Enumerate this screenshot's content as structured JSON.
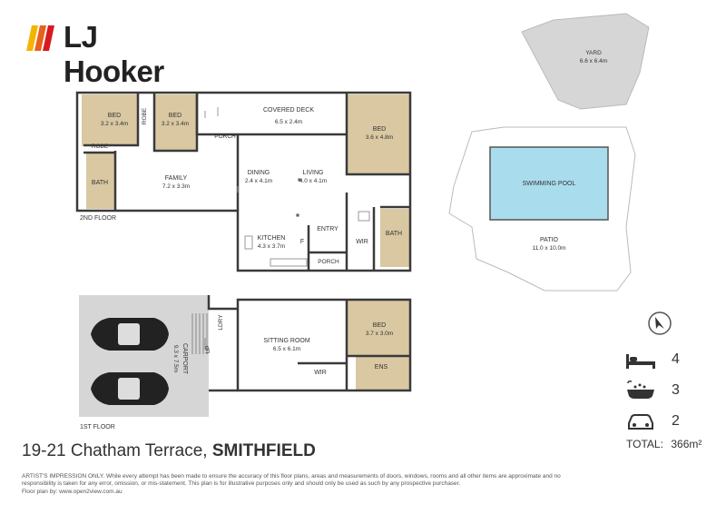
{
  "brand": {
    "name": "LJ Hooker",
    "stripe_colors": [
      "#f5b400",
      "#e8601c",
      "#d71920"
    ]
  },
  "address": {
    "street": "19-21 Chatham Terrace,",
    "suburb": "SMITHFIELD"
  },
  "disclaimer": "ARTIST'S IMPRESSION ONLY. While every attempt has been made to ensure the accuracy of this floor plans, areas and measurements of doors, windows, rooms and all other items are approximate and no responsibility is taken for any error, omission, or mis-statement. This plan is for illustrative purposes only and should only be used as such by any prospective purchaser.",
  "floorplan_by": "Floor plan by: www.open2view.com.au",
  "floors": {
    "second": "2ND FLOOR",
    "first": "1ST FLOOR"
  },
  "rooms": {
    "bed1": {
      "name": "BED",
      "size": "3.2 x 3.4m"
    },
    "robe1": {
      "name": "ROBE"
    },
    "bed2": {
      "name": "BED",
      "size": "3.2 x 3.4m"
    },
    "robe2": {
      "name": "ROBE"
    },
    "covered_deck": {
      "name": "COVERED DECK",
      "size": "6.5 x 2.4m"
    },
    "bed3": {
      "name": "BED",
      "size": "3.6 x 4.8m"
    },
    "porch1": {
      "name": "PORCH"
    },
    "family": {
      "name": "FAMILY",
      "size": "7.2 x 3.3m"
    },
    "dining": {
      "name": "DINING",
      "size": "2.4 x 4.1m"
    },
    "living": {
      "name": "LIVING",
      "size": "4.0 x 4.1m"
    },
    "bath1": {
      "name": "BATH"
    },
    "kitchen": {
      "name": "KITCHEN",
      "size": "4.3 x 3.7m"
    },
    "fridge": {
      "name": "F"
    },
    "entry": {
      "name": "ENTRY"
    },
    "wir1": {
      "name": "WIR"
    },
    "bath2": {
      "name": "BATH"
    },
    "porch2": {
      "name": "PORCH"
    },
    "laundry": {
      "name": "LDRY"
    },
    "carport": {
      "name": "CARPORT",
      "size": "9.3 x 7.5m"
    },
    "sitting": {
      "name": "SITTING ROOM",
      "size": "6.5 x 6.1m"
    },
    "wir2": {
      "name": "WIR"
    },
    "bed4": {
      "name": "BED",
      "size": "3.7 x 3.0m"
    },
    "ens": {
      "name": "ENS"
    },
    "yard": {
      "name": "YARD",
      "size": "6.6 x 6.4m"
    },
    "pool": {
      "name": "SWIMMING POOL"
    },
    "patio": {
      "name": "PATIO",
      "size": "11.0 x 10.0m"
    },
    "up": {
      "name": "UP"
    }
  },
  "features": {
    "bedrooms": "4",
    "bathrooms": "3",
    "car_spaces": "2",
    "total_label": "TOTAL:",
    "total_value": "366m²"
  },
  "icons": [
    "compass-icon",
    "bed-icon",
    "bath-icon",
    "car-icon"
  ],
  "colors": {
    "wall": "#3a3a3a",
    "tan_fill": "#d9c8a2",
    "grey_fill": "#d6d6d6",
    "pool_fill": "#a9dcec"
  }
}
